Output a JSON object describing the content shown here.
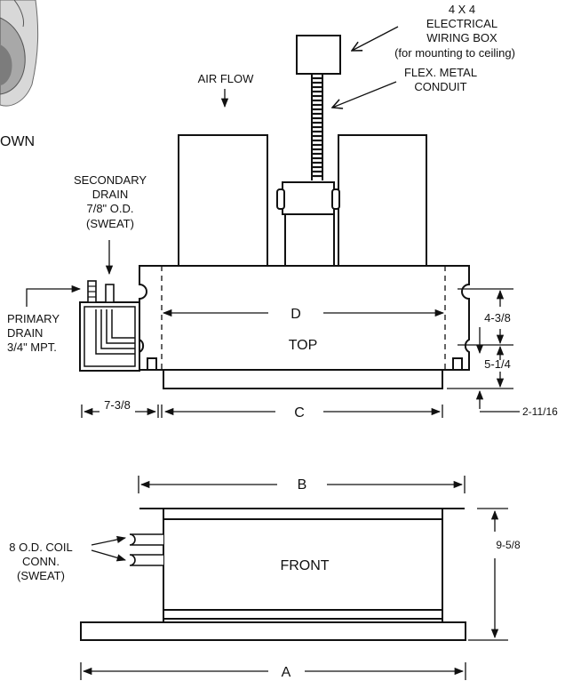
{
  "labels": {
    "wiring_box": [
      "4 X 4",
      "ELECTRICAL",
      "WIRING BOX",
      "(for mounting to ceiling)"
    ],
    "conduit": [
      "FLEX. METAL",
      "CONDUIT"
    ],
    "air_flow": "AIR FLOW",
    "partial_word": "OWN",
    "secondary_drain": [
      "SECONDARY",
      "DRAIN",
      "7/8\" O.D.",
      "(SWEAT)"
    ],
    "primary_drain": [
      "PRIMARY",
      "DRAIN",
      "3/4\" MPT."
    ],
    "top": "TOP",
    "front": "FRONT",
    "coil_conn": [
      "8 O.D. COIL",
      "CONN.",
      "(SWEAT)"
    ]
  },
  "dimensions": {
    "A": "A",
    "B": "B",
    "C": "C",
    "D": "D",
    "left_offset": "7-3/8",
    "upper_right": "4-3/8",
    "lower_right": "5-1/4",
    "flange": "2-11/16",
    "height": "9-5/8"
  },
  "colors": {
    "line": "#111111",
    "background": "#ffffff",
    "photo_shade": "#9a9a9a"
  }
}
